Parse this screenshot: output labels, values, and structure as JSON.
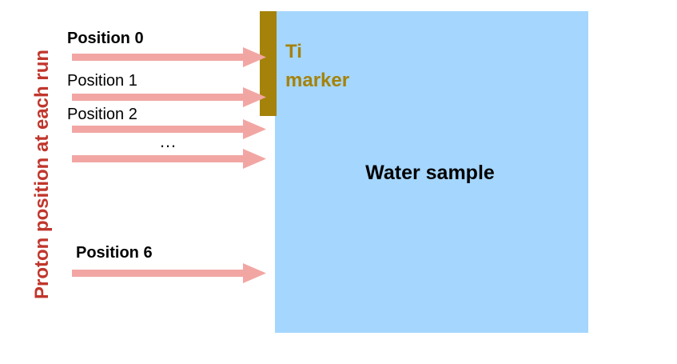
{
  "side_label": "Proton position at each run",
  "sample": {
    "label": "Water sample",
    "color": "#a5d6fd"
  },
  "marker": {
    "label_line1": "Ti",
    "label_line2": "marker",
    "color": "#a5820a"
  },
  "positions": [
    {
      "label": "Position 0",
      "bold": true
    },
    {
      "label": "Position 1",
      "bold": false
    },
    {
      "label": "Position 2",
      "bold": false
    },
    {
      "label": "Position 6",
      "bold": true
    }
  ],
  "ellipsis": "…",
  "colors": {
    "arrow": "#f2a6a3",
    "side_label": "#c0362c",
    "text": "#000000"
  }
}
